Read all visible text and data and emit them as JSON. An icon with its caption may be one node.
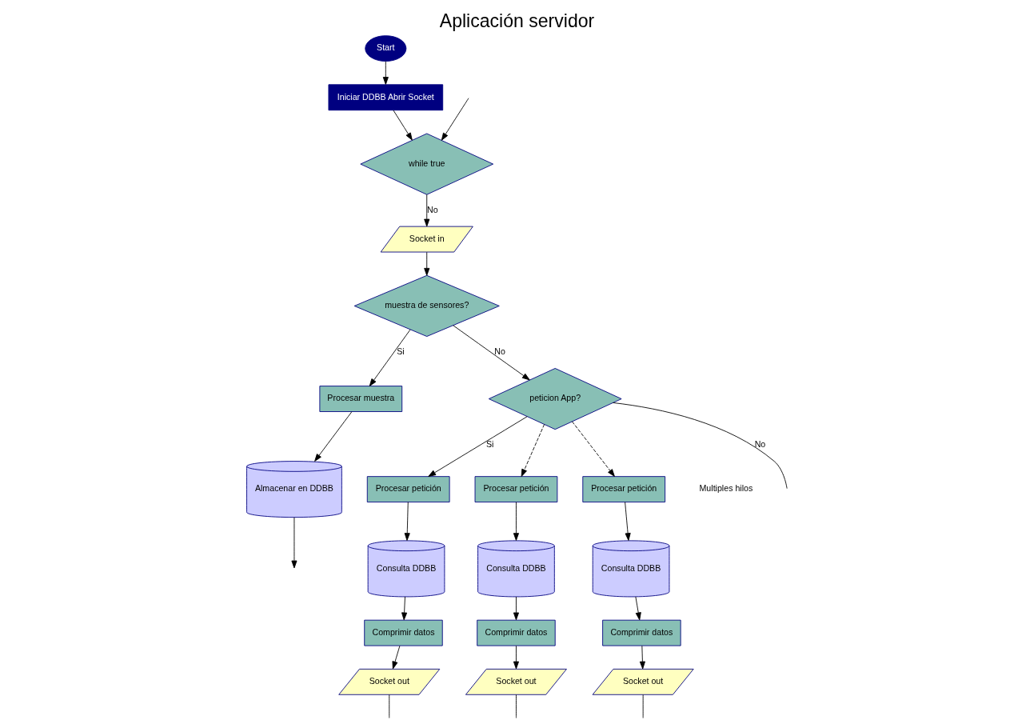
{
  "diagram": {
    "title": "Aplicación servidor",
    "nodes": [
      {
        "text": [
          "Start"
        ]
      },
      {
        "text": [
          "Iniciar DDBB Abrir Socket"
        ]
      },
      {
        "text": [
          "while true"
        ]
      },
      {
        "text": [
          "Socket in"
        ]
      },
      {
        "text": [
          "muestra de sensores?"
        ]
      },
      {
        "text": [
          "Procesar muestra"
        ]
      },
      {
        "text": [
          "Almacenar en DDBB"
        ]
      },
      {
        "text": [
          "peticion App?"
        ]
      },
      {
        "text": [
          "Procesar petición"
        ]
      },
      {
        "text": [
          "Procesar petición"
        ]
      },
      {
        "text": [
          "Procesar petición"
        ]
      },
      {
        "text": [
          "Consulta DDBB"
        ]
      },
      {
        "text": [
          "Consulta DDBB"
        ]
      },
      {
        "text": [
          "Consulta DDBB"
        ]
      },
      {
        "text": [
          "Comprimir datos"
        ]
      },
      {
        "text": [
          "Comprimir datos"
        ]
      },
      {
        "text": [
          "Comprimir datos"
        ]
      },
      {
        "text": [
          "Socket out"
        ]
      },
      {
        "text": [
          "Socket out"
        ]
      },
      {
        "text": [
          "Socket out"
        ]
      }
    ],
    "edges": [
      {
        "from": 0,
        "to": 1,
        "arrow": "to"
      },
      {
        "from": 1,
        "to": 2,
        "arrow": "to"
      },
      {
        "from": null,
        "to": 2,
        "arrow": "to"
      },
      {
        "from": 2,
        "to": 3,
        "arrow": "to",
        "label": "No"
      },
      {
        "from": 3,
        "to": 4,
        "arrow": "to"
      },
      {
        "from": 4,
        "to": 5,
        "arrow": "to",
        "label": "Si"
      },
      {
        "from": 5,
        "to": 6,
        "arrow": "to"
      },
      {
        "from": 6,
        "to": null,
        "arrow": "to"
      },
      {
        "from": 4,
        "to": 7,
        "arrow": "to",
        "label": "No"
      },
      {
        "from": 7,
        "to": 8,
        "arrow": "to",
        "label": "Si"
      },
      {
        "from": 7,
        "to": 9,
        "arrow": "to",
        "style": "dashed"
      },
      {
        "from": 7,
        "to": 10,
        "arrow": "to",
        "style": "dashed"
      },
      {
        "from": 7,
        "to": null,
        "arrow": "none",
        "label": "No"
      },
      {
        "from": 8,
        "to": 11,
        "arrow": "to"
      },
      {
        "from": 9,
        "to": 12,
        "arrow": "to"
      },
      {
        "from": 10,
        "to": 13,
        "arrow": "to"
      },
      {
        "from": 11,
        "to": 14,
        "arrow": "to"
      },
      {
        "from": 12,
        "to": 15,
        "arrow": "to"
      },
      {
        "from": 13,
        "to": 16,
        "arrow": "to"
      },
      {
        "from": 14,
        "to": 17,
        "arrow": "to"
      },
      {
        "from": 15,
        "to": 18,
        "arrow": "to"
      },
      {
        "from": 16,
        "to": 19,
        "arrow": "to"
      },
      {
        "from": 17,
        "to": null,
        "arrow": "none"
      },
      {
        "from": 18,
        "to": null,
        "arrow": "none"
      },
      {
        "from": 19,
        "to": null,
        "arrow": "none"
      }
    ],
    "labels": [
      "Multiples hilos"
    ]
  }
}
